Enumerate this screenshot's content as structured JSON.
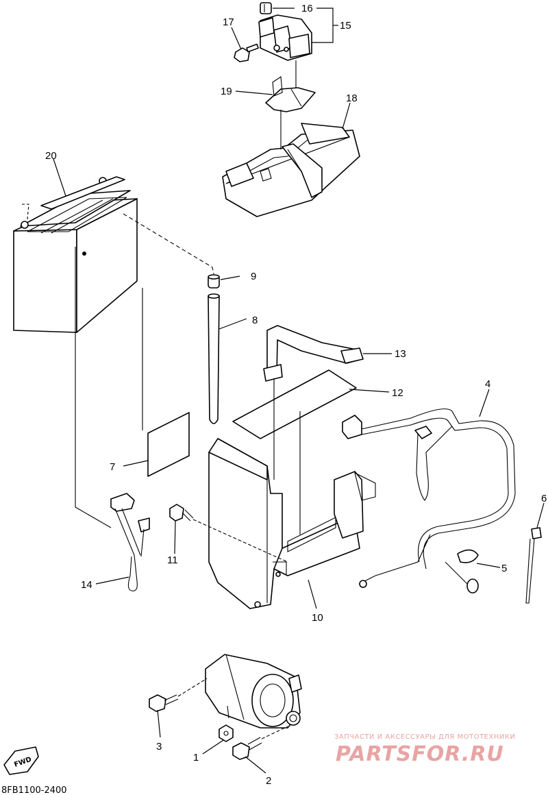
{
  "callouts": [
    {
      "n": "1"
    },
    {
      "n": "2"
    },
    {
      "n": "3"
    },
    {
      "n": "4"
    },
    {
      "n": "5"
    },
    {
      "n": "6"
    },
    {
      "n": "7"
    },
    {
      "n": "8"
    },
    {
      "n": "9"
    },
    {
      "n": "10"
    },
    {
      "n": "11"
    },
    {
      "n": "12"
    },
    {
      "n": "13"
    },
    {
      "n": "14"
    },
    {
      "n": "15"
    },
    {
      "n": "16"
    },
    {
      "n": "17"
    },
    {
      "n": "18"
    },
    {
      "n": "19"
    },
    {
      "n": "20"
    }
  ],
  "diagram_code": "8FB1100-2400",
  "direction_badge": "FWD",
  "watermark": {
    "subtitle": "ЗАПЧАСТИ И АКСЕССУАРЫ ДЛЯ МОТОТЕХНИКИ",
    "brand": "PARTSFOR.RU",
    "color": "#e8a4a4"
  }
}
